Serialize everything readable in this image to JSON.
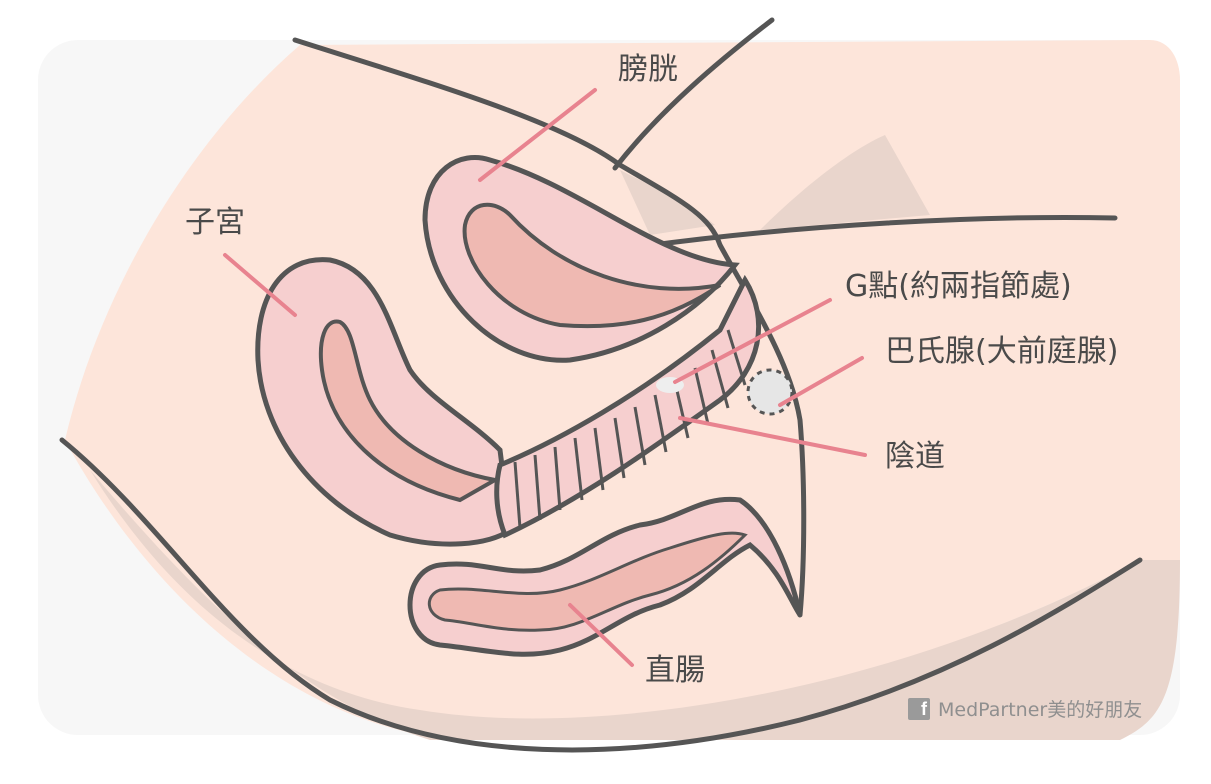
{
  "labels": {
    "bladder": "膀胱",
    "uterus": "子宮",
    "g_spot": "G點(約兩指節處)",
    "bartholin": "巴氏腺(大前庭腺)",
    "vagina": "陰道",
    "rectum": "直腸"
  },
  "watermark": {
    "icon": "facebook-icon",
    "text": "MedPartner美的好朋友"
  },
  "colors": {
    "skin": "#fde5da",
    "organ": "#f6cfcf",
    "organ_inner": "#efb9b2",
    "outline": "#555555",
    "leader": "#e8838f",
    "panel": "#f7f7f7"
  }
}
